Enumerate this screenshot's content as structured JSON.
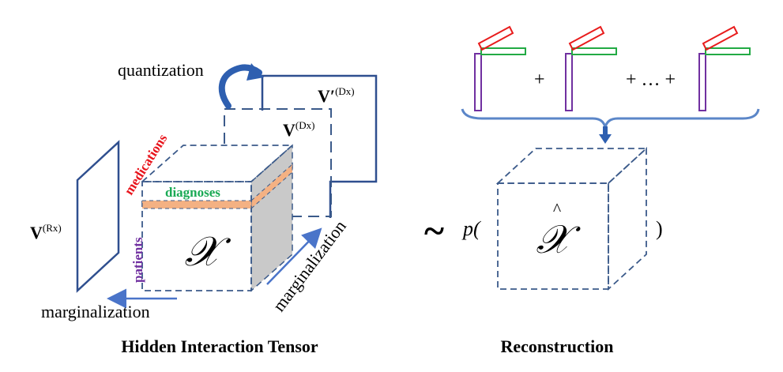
{
  "left_panel": {
    "caption": "Hidden Interaction Tensor",
    "quantization_label": "quantization",
    "marginalization_bottom_label": "marginalization",
    "marginalization_diag_label": "marginalization",
    "medications_label": "medications",
    "diagnoses_label": "diagnoses",
    "patients_label": "patients",
    "tensor_symbol": "𝒳",
    "v_rx": {
      "base": "V",
      "sup": "(Rx)"
    },
    "v_dx": {
      "base": "V",
      "sup": "(Dx)"
    },
    "v_prime_dx": {
      "base": "V′",
      "sup": "(Dx)"
    }
  },
  "right_panel": {
    "caption": "Reconstruction",
    "plus_1": "+",
    "plus_2": "+ … +",
    "tilde": "~",
    "p_open": "p(",
    "close_paren": ")",
    "tensor_symbol": "𝒳",
    "hat": "^"
  },
  "colors": {
    "dashed_blue": "#3b5a8a",
    "frame_blue": "#2f4f8f",
    "arrow_blue": "#4a74c9",
    "curl_blue": "#2e5fb0",
    "medications_red": "#e8141c",
    "diagnoses_green": "#1aaa55",
    "patients_purple": "#7030a0",
    "slice_orange": "#f4b183",
    "side_gray": "#c9c9c9",
    "rank_red": "#e81c1c",
    "rank_green": "#22aa44",
    "rank_purple": "#7030a0",
    "brace_blue": "#5b86c8"
  }
}
